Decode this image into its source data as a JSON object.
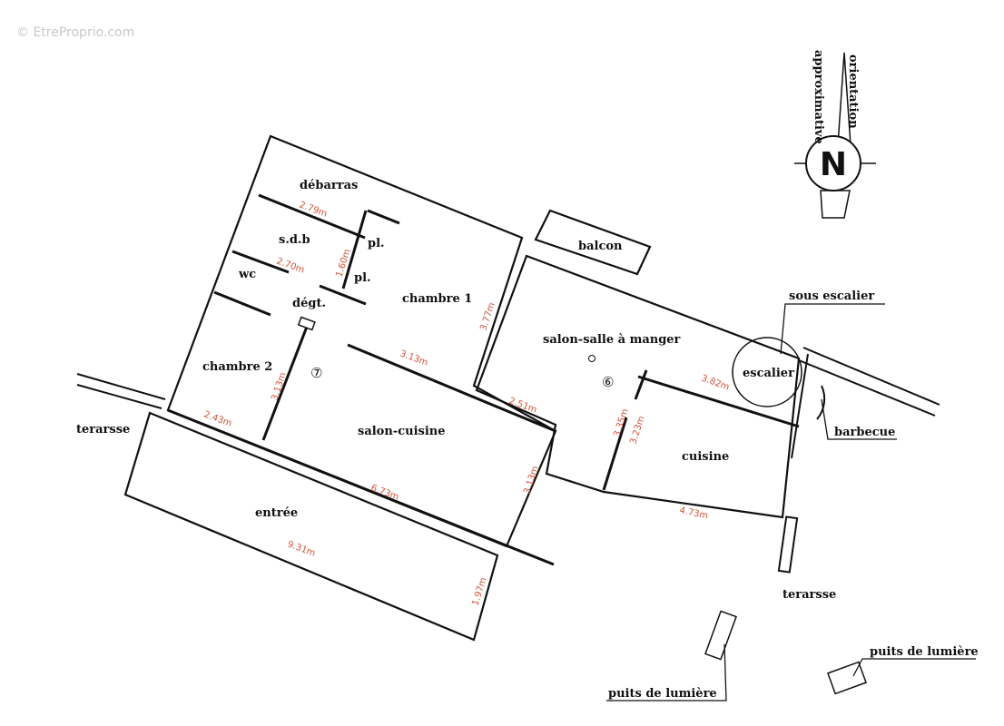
{
  "watermark": "© EtreProprio.com",
  "compass": {
    "letter": "N",
    "caption_line1": "orientation",
    "caption_line2": "approximative"
  },
  "zones": {
    "zone_7": {
      "number": "⑦",
      "color": "#c9603f",
      "fill": "#fbeee4"
    },
    "zone_6": {
      "number": "⑥",
      "color": "#2f7e95",
      "fill": "#e3f5f8"
    }
  },
  "rooms": {
    "debarras": "débarras",
    "sdb": "s.d.b",
    "pl1": "pl.",
    "pl2": "pl.",
    "wc": "wc",
    "degt": "dégt.",
    "chambre1": "chambre 1",
    "chambre2": "chambre 2",
    "salon_cuisine": "salon-cuisine",
    "entree": "entrée",
    "balcon": "balcon",
    "salon_salle": "salon-salle à manger",
    "escalier": "escalier",
    "cuisine": "cuisine"
  },
  "outside": {
    "terrasse_left": "terarsse",
    "terrasse_right": "terarsse",
    "sous_escalier": "sous escalier",
    "barbecue": "barbecue",
    "puits1": "puits de lumière",
    "puits2": "puits de lumière"
  },
  "dimensions": {
    "d_279": "2.79m",
    "d_270": "2.70m",
    "d_160": "1.60m",
    "d_377": "3.77m",
    "d_313a": "3.13m",
    "d_313b": "3.13m",
    "d_243": "2.43m",
    "d_673": "6.73m",
    "d_313c": "3.13m",
    "d_931": "9.31m",
    "d_197": "1.97m",
    "d_251": "2.51m",
    "d_335": "3.35m",
    "d_323": "3.23m",
    "d_382": "3.82m",
    "d_473": "4.73m"
  }
}
